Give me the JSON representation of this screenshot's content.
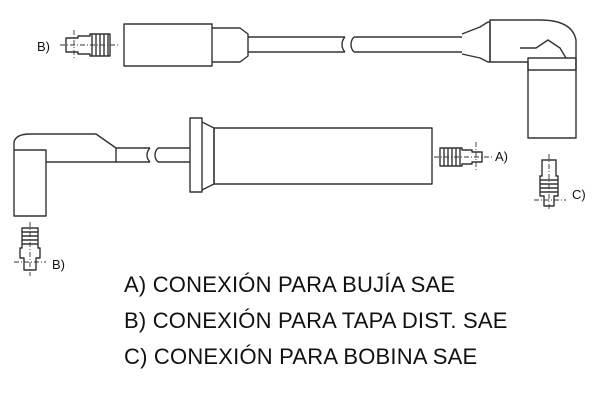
{
  "callouts": {
    "b_top": "B)",
    "a": "A)",
    "c": "C)",
    "b_bottom": "B)"
  },
  "legend": [
    "A) CONEXIÓN PARA BUJÍA SAE",
    "B) CONEXIÓN PARA TAPA DIST. SAE",
    "C) CONEXIÓN PARA BOBINA SAE"
  ],
  "colors": {
    "line": "#333333",
    "text": "#111111",
    "background": "#ffffff"
  }
}
